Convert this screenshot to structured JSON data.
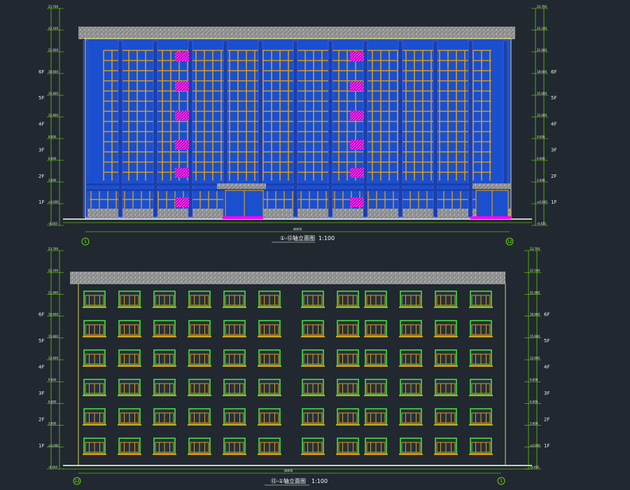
{
  "drawings": [
    {
      "title": "①-⑫轴立面图",
      "scale": "1:100",
      "axis_left": "1",
      "axis_right": "12",
      "floors": [
        "6F",
        "5F",
        "4F",
        "3F",
        "2F",
        "1F"
      ],
      "left_elevations": [
        "23.700",
        "22.100",
        "21.600",
        "18.600",
        "15.600",
        "12.600",
        "9.600",
        "6.600",
        "3.600",
        "±0.000",
        "-0.450"
      ],
      "right_elevations": [
        "23.700",
        "22.100",
        "21.600",
        "18.600",
        "15.600",
        "12.600",
        "9.600",
        "6.600",
        "3.600",
        "±0.000",
        "-0.450"
      ],
      "total_width": "48000",
      "colors": {
        "facade": "#1a4fd0",
        "mullion": "#d49b1a",
        "panel": "#e020d8",
        "grit": "#cccccc",
        "line": "#7CFC00",
        "frame": "#ffff55"
      }
    },
    {
      "title": "⑫-①轴立面图",
      "scale": "1:100",
      "axis_left": "12",
      "axis_right": "1",
      "floors": [
        "6F",
        "5F",
        "4F",
        "3F",
        "2F",
        "1F"
      ],
      "left_elevations": [
        "23.700",
        "22.100",
        "21.600",
        "18.600",
        "15.600",
        "12.600",
        "9.600",
        "6.600",
        "3.600",
        "±0.000",
        "-0.450"
      ],
      "right_elevations": [
        "23.700",
        "22.100",
        "21.600",
        "18.600",
        "15.600",
        "12.600",
        "9.600",
        "6.600",
        "3.600",
        "±0.000",
        "-0.450"
      ],
      "total_width": "48000",
      "colors": {
        "window_frame": "#44dd44",
        "mullion": "#d49b1a",
        "wall_outline": "#ffff55",
        "grit": "#cccccc",
        "line": "#7CFC00"
      }
    }
  ]
}
